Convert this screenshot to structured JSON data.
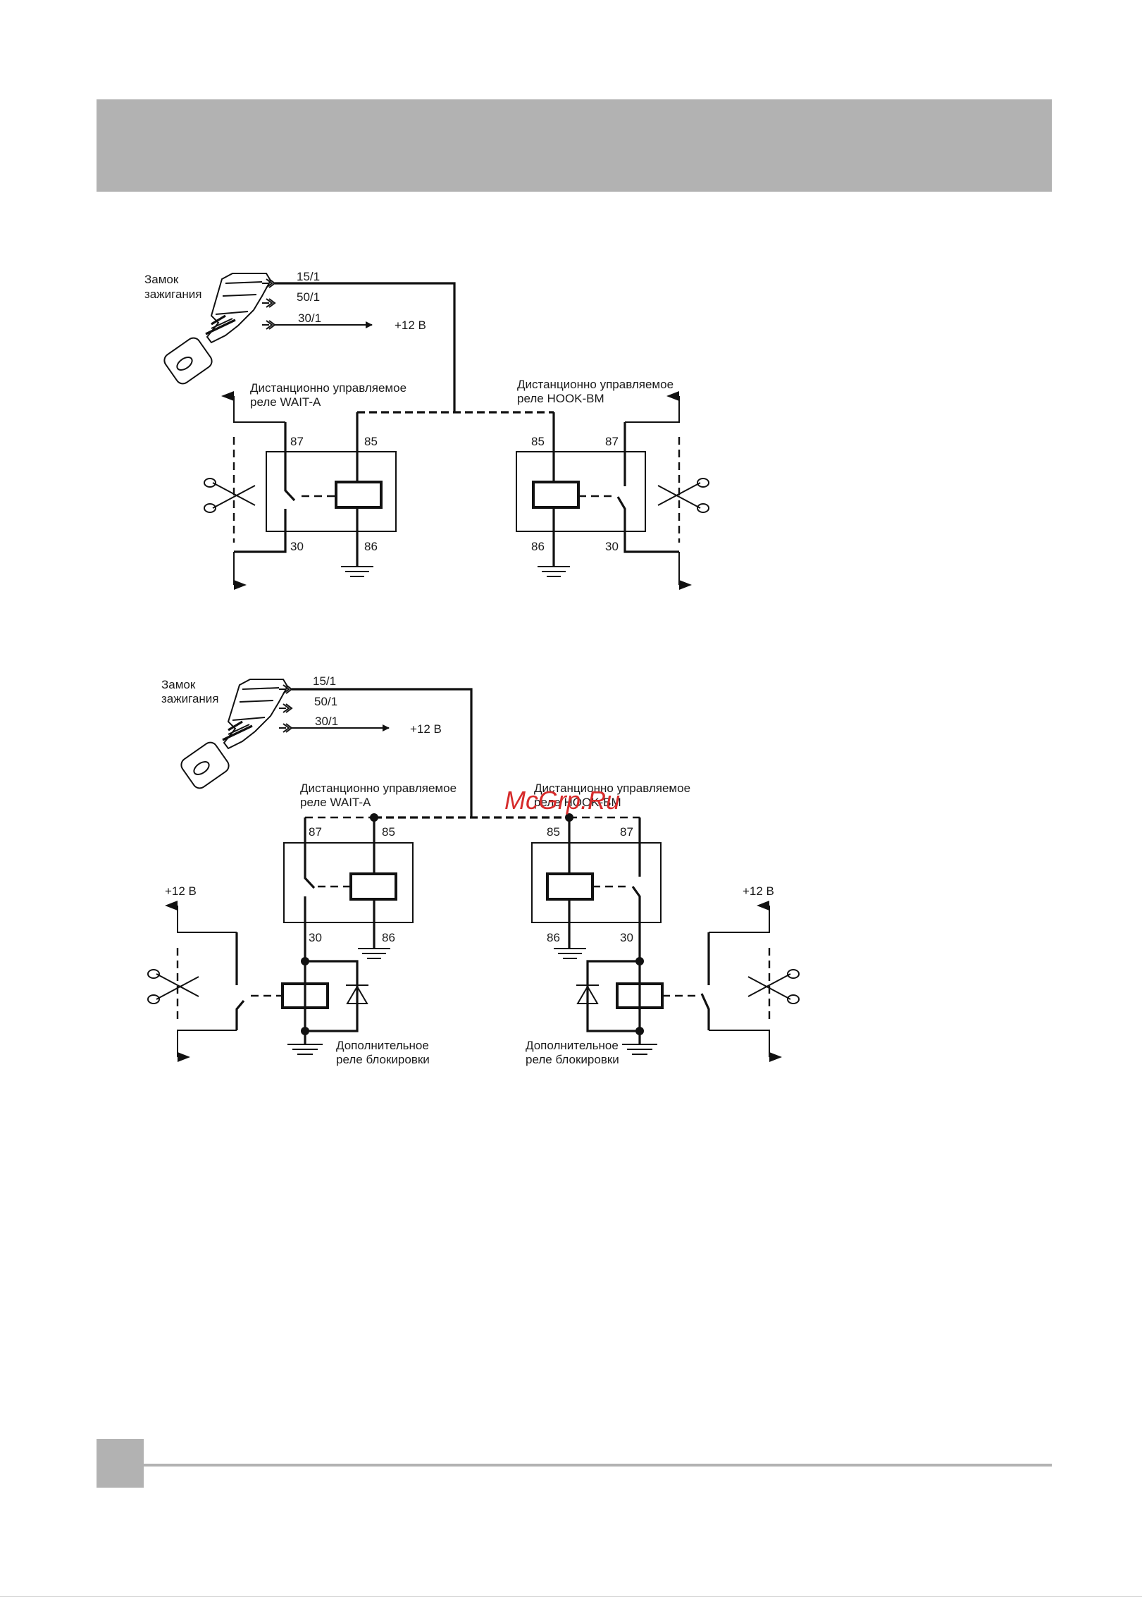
{
  "diagram1": {
    "lock_label": [
      "Замок",
      "зажигания"
    ],
    "terminals": [
      "15/1",
      "50/1",
      "30/1"
    ],
    "supply": "+12 В",
    "relay_left": {
      "caption": [
        "Дистанционно управляемое",
        "реле WAIT-A"
      ],
      "pins": [
        "87",
        "85",
        "30",
        "86"
      ]
    },
    "relay_right": {
      "caption": [
        "Дистанционно управляемое",
        "реле HOOK-BM"
      ],
      "pins": [
        "85",
        "87",
        "86",
        "30"
      ]
    }
  },
  "diagram2": {
    "lock_label": [
      "Замок",
      "зажигания"
    ],
    "terminals": [
      "15/1",
      "50/1",
      "30/1"
    ],
    "supply": "+12 В",
    "relay_left": {
      "caption": [
        "Дистанционно управляемое",
        "реле WAIT-A"
      ],
      "pins": [
        "87",
        "85",
        "30",
        "86"
      ]
    },
    "relay_right": {
      "caption": [
        "Дистанционно управляемое",
        "реле HOOK-BM"
      ],
      "pins": [
        "85",
        "87",
        "86",
        "30"
      ]
    },
    "side_supply_left": "+12 В",
    "side_supply_right": "+12 В",
    "aux_relay_left": [
      "Дополнительное",
      "реле блокировки"
    ],
    "aux_relay_right": [
      "Дополнительное",
      "реле блокировки"
    ]
  },
  "watermark": "McGrp.Ru",
  "colors": {
    "band": "#b2b2b2",
    "line": "#111111",
    "watermark": "#d62b2b"
  }
}
